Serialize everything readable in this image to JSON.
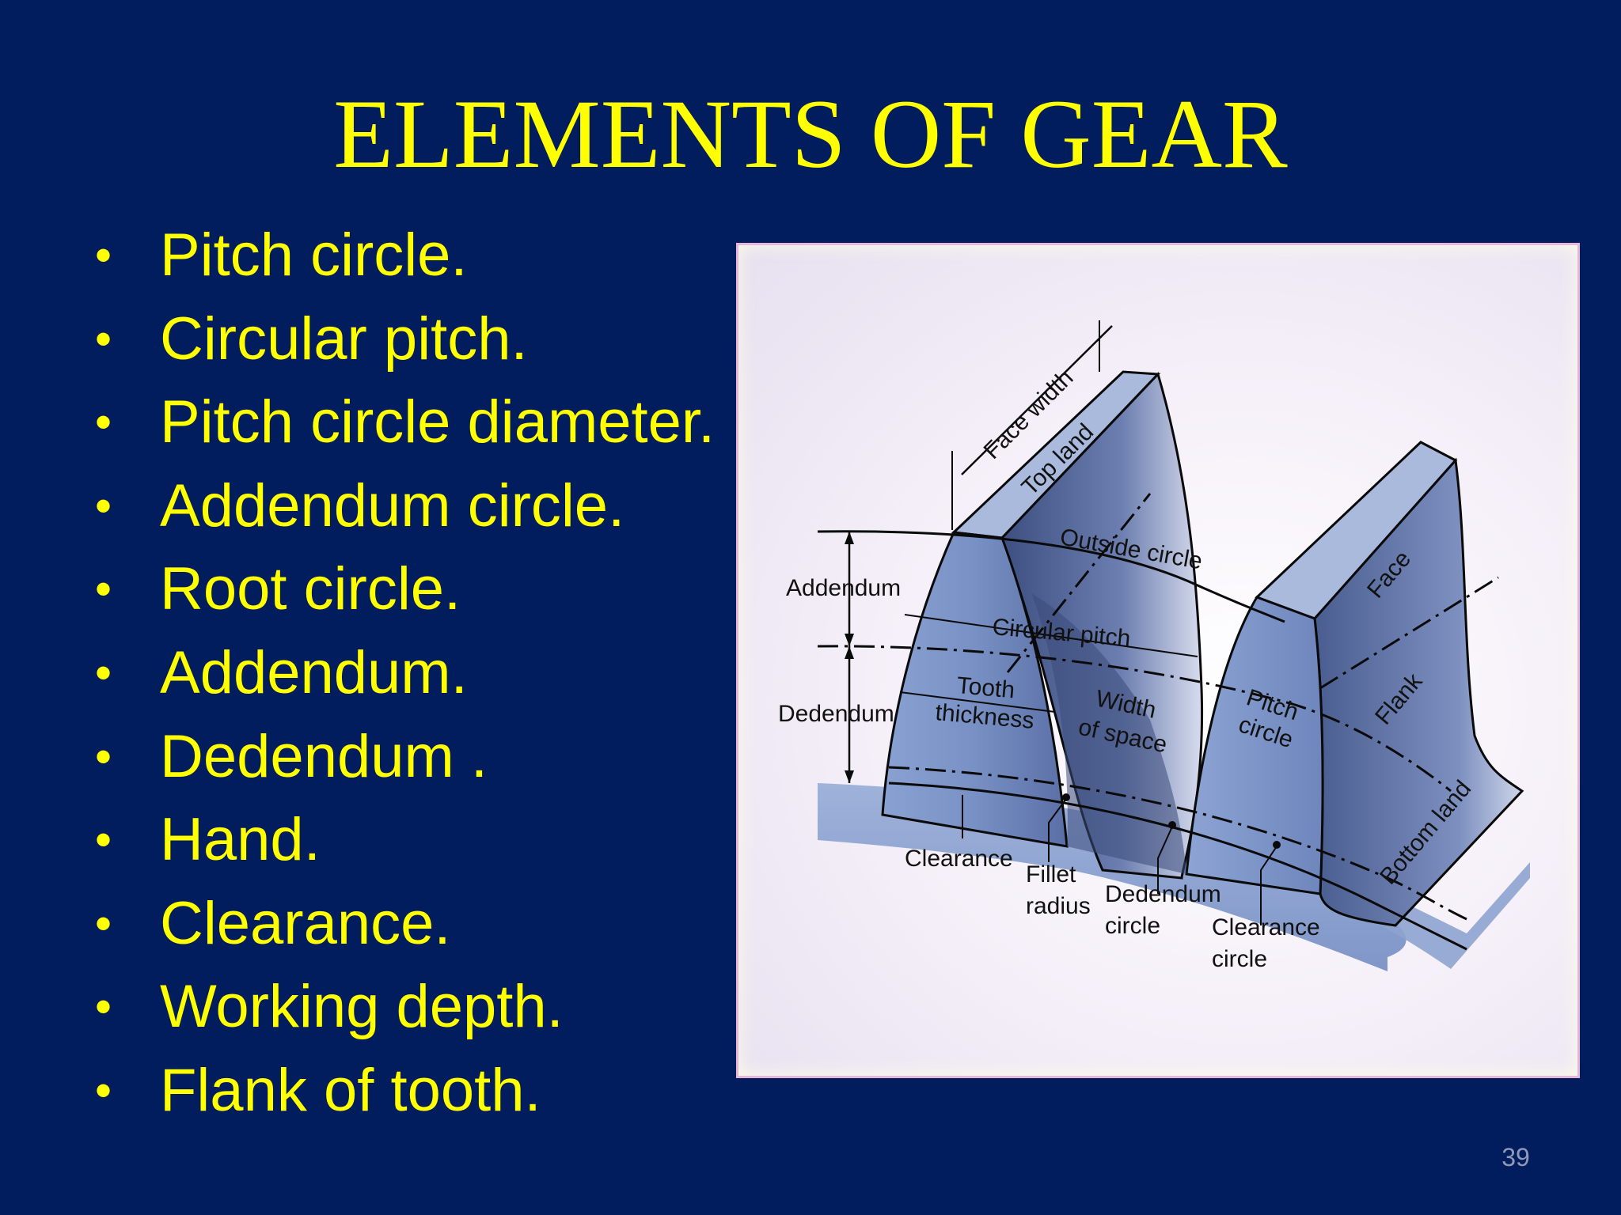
{
  "slide": {
    "title": "ELEMENTS OF GEAR",
    "bullet_symbol": "•",
    "bullets": [
      "Pitch circle.",
      "Circular pitch.",
      "Pitch circle diameter.",
      "Addendum circle.",
      "Root circle.",
      "Addendum.",
      "Dedendum .",
      "Hand.",
      "Clearance.",
      "Working depth.",
      "Flank of tooth."
    ],
    "page_number": "39"
  },
  "diagram": {
    "labels": {
      "face_width": "Face width",
      "top_land": "Top land",
      "outside_circle": "Outside circle",
      "addendum": "Addendum",
      "circular_pitch": "Circular pitch",
      "dedendum": "Dedendum",
      "tooth_thickness_1": "Tooth",
      "tooth_thickness_2": "thickness",
      "width_of_space_1": "Width",
      "width_of_space_2": "of space",
      "pitch_circle_1": "Pitch",
      "pitch_circle_2": "circle",
      "face": "Face",
      "flank": "Flank",
      "bottom_land": "Bottom land",
      "clearance": "Clearance",
      "fillet_radius_1": "Fillet",
      "fillet_radius_2": "radius",
      "dedendum_circle_1": "Dedendum",
      "dedendum_circle_2": "circle",
      "clearance_circle_1": "Clearance",
      "clearance_circle_2": "circle"
    },
    "colors": {
      "tooth_face": "#7f98c8",
      "tooth_top": "#a9b9dc",
      "tooth_side": "#445a8c",
      "outline": "#0a0a0a"
    }
  }
}
